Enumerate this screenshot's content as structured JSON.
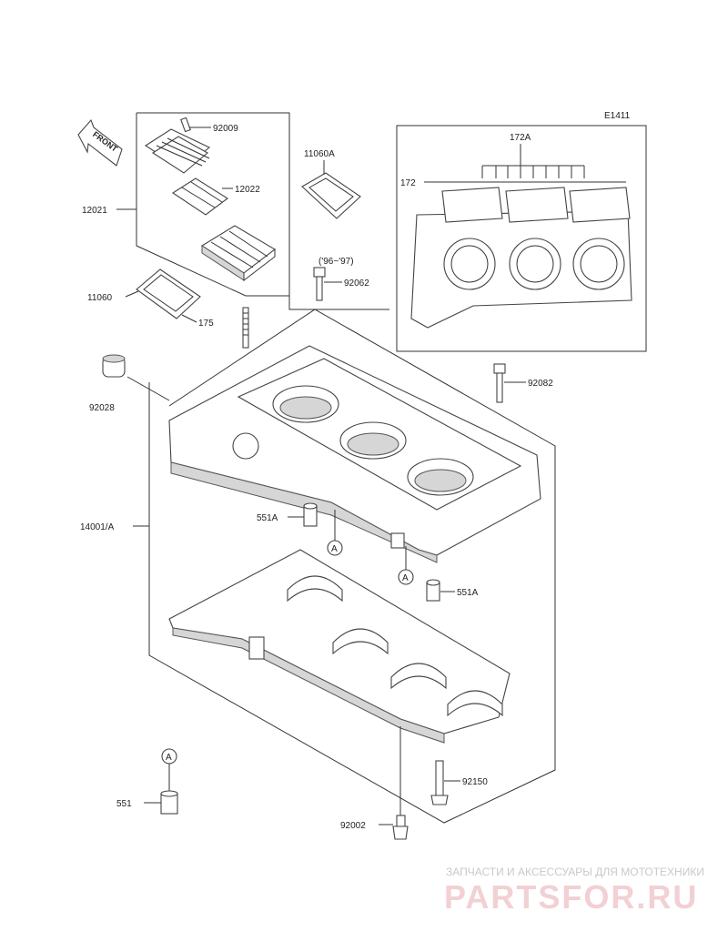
{
  "diagram": {
    "code": "E1411",
    "front_text": "FRONT",
    "years_note": "('96~'97)",
    "callouts": {
      "p92009": "92009",
      "p12022": "12022",
      "p12021": "12021",
      "p11060A": "11060A",
      "p11060": "11060",
      "p175": "175",
      "p92062": "92062",
      "p172A": "172A",
      "p172": "172",
      "p92028": "92028",
      "p92082": "92082",
      "p14001A": "14001/A",
      "p551A_left": "551A",
      "p551A_right": "551A",
      "p92150": "92150",
      "p551": "551",
      "p92002": "92002"
    },
    "refs": {
      "a1": "A",
      "a2": "A",
      "a3": "A"
    }
  },
  "watermark": {
    "tagline": "ЗАПЧАСТИ И АКСЕССУАРЫ ДЛЯ МОТОТЕХНИКИ",
    "brand": "PARTSFOR.RU",
    "color": "#e0848c"
  }
}
